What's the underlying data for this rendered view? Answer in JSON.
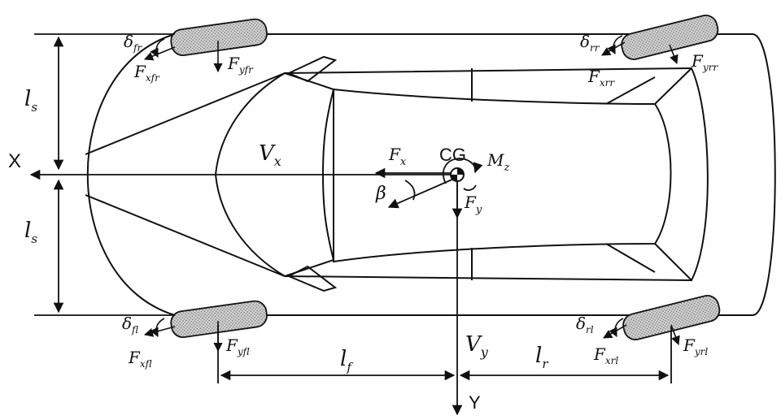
{
  "axes": {
    "x": "X",
    "y": "Y"
  },
  "cg": "CG",
  "body_labels": {
    "vx": "V",
    "vx_sub": "x",
    "vy": "V",
    "vy_sub": "y"
  },
  "forces": {
    "fx": "F",
    "fx_sub": "x",
    "fy": "F",
    "fy_sub": "y",
    "mz": "M",
    "mz_sub": "z",
    "beta": "β"
  },
  "dimensions": {
    "ls": "l",
    "ls_sub": "s",
    "lf": "l",
    "lf_sub": "f",
    "lr": "l",
    "lr_sub": "r"
  },
  "wheels": {
    "front_right": {
      "delta": "δ",
      "delta_sub": "fr",
      "fx": "F",
      "fx_sub": "xfr",
      "fy": "F",
      "fy_sub": "yfr"
    },
    "rear_right": {
      "delta": "δ",
      "delta_sub": "rr",
      "fx": "F",
      "fx_sub": "xrr",
      "fy": "F",
      "fy_sub": "yrr"
    },
    "front_left": {
      "delta": "δ",
      "delta_sub": "fl",
      "fx": "F",
      "fx_sub": "xfl",
      "fy": "F",
      "fy_sub": "yfl"
    },
    "rear_left": {
      "delta": "δ",
      "delta_sub": "rl",
      "fx": "F",
      "fx_sub": "xrl",
      "fy": "F",
      "fy_sub": "yrl"
    }
  }
}
